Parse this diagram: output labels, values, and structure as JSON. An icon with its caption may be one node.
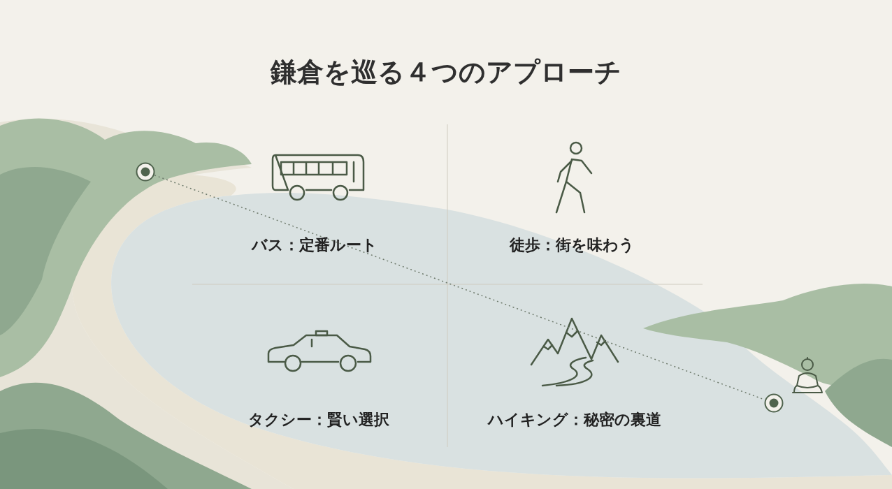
{
  "diagram": {
    "title": "鎌倉を巡る４つのアプローチ",
    "nodes": [
      {
        "text": [],
        "shape": "circle"
      },
      {
        "text": [],
        "shape": "circle"
      }
    ],
    "edges": [
      {
        "from": 0,
        "to": 1,
        "arrow": "none",
        "style": "dashed"
      }
    ],
    "labels": [
      "バス：定番ルート",
      "徒歩：街を味わう",
      "タクシー：賢い選択",
      "ハイキング：秘密の裏道"
    ]
  }
}
